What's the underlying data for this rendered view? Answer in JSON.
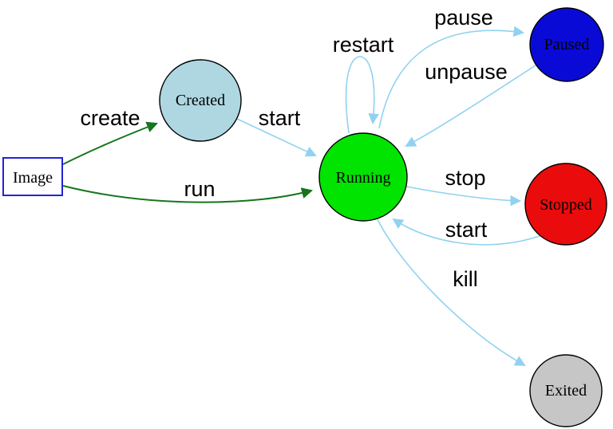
{
  "colors": {
    "background": "#ffffff",
    "edge_blue": "#90d2f0",
    "edge_green": "#15761c",
    "node_border": "#000000",
    "image_box_border": "#2323d7",
    "label_text": "#000000"
  },
  "nodes": {
    "image": {
      "label": "Image",
      "shape": "rectangle",
      "fill": "#ffffff"
    },
    "created": {
      "label": "Created",
      "shape": "circle",
      "fill": "#aed7e2"
    },
    "running": {
      "label": "Running",
      "shape": "circle",
      "fill": "#00e400"
    },
    "paused": {
      "label": "Paused",
      "shape": "circle",
      "fill": "#0a0ad6"
    },
    "stopped": {
      "label": "Stopped",
      "shape": "circle",
      "fill": "#ea0c0c"
    },
    "exited": {
      "label": "Exited",
      "shape": "circle",
      "fill": "#c6c6c6"
    }
  },
  "edges": {
    "create": {
      "label": "create",
      "from": "Image",
      "to": "Created"
    },
    "run": {
      "label": "run",
      "from": "Image",
      "to": "Running"
    },
    "start_created": {
      "label": "start",
      "from": "Created",
      "to": "Running"
    },
    "restart": {
      "label": "restart",
      "from": "Running",
      "to": "Running"
    },
    "pause": {
      "label": "pause",
      "from": "Running",
      "to": "Paused"
    },
    "unpause": {
      "label": "unpause",
      "from": "Paused",
      "to": "Running"
    },
    "stop": {
      "label": "stop",
      "from": "Running",
      "to": "Stopped"
    },
    "start_stopped": {
      "label": "start",
      "from": "Stopped",
      "to": "Running"
    },
    "kill": {
      "label": "kill",
      "from": "Running",
      "to": "Exited"
    }
  }
}
